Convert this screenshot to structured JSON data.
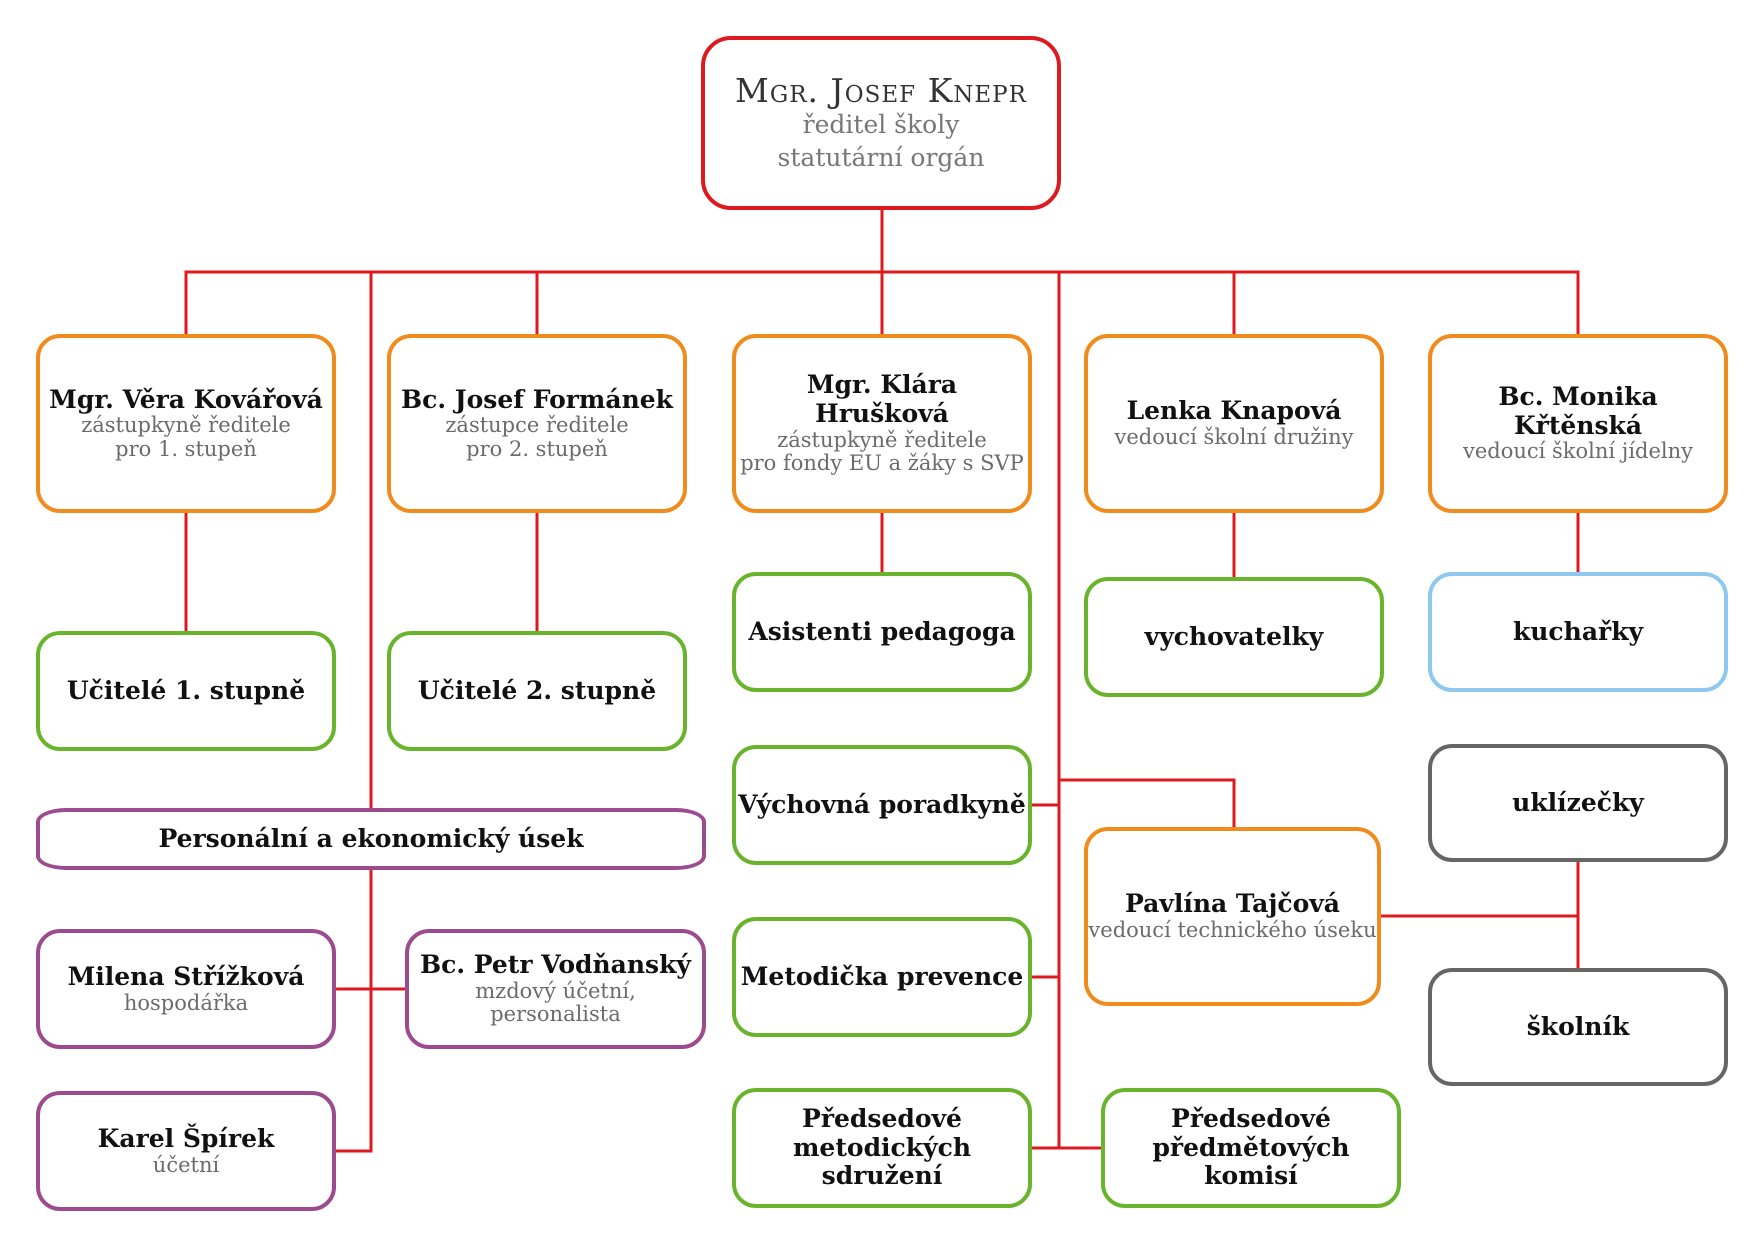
{
  "colors": {
    "connector": "#dd1a20",
    "director": "#dd1a20",
    "management": "#f08c1e",
    "staff": "#6ab42d",
    "economic": "#9c4c8e",
    "kitchen": "#8ec8ef",
    "technical": "#666666"
  },
  "director": {
    "name": "Mgr. Josef Knepr",
    "role1": "ředitel školy",
    "role2": "statutární orgán"
  },
  "deputy1": {
    "name": "Mgr. Věra Kovářová",
    "role": "zástupkyně ředitele\npro 1. stupeň"
  },
  "deputy2": {
    "name": "Bc. Josef Formánek",
    "role": "zástupce ředitele\npro 2. stupeň"
  },
  "deputy3": {
    "name": "Mgr. Klára Hrušková",
    "role": "zástupkyně ředitele\npro fondy EU a žáky s SVP"
  },
  "club_head": {
    "name": "Lenka Knapová",
    "role": "vedoucí školní družiny"
  },
  "canteen_head": {
    "name": "Bc. Monika Křtěnská",
    "role": "vedoucí školní jídelny"
  },
  "teachers1": {
    "name": "Učitelé 1. stupně"
  },
  "teachers2": {
    "name": "Učitelé 2. stupně"
  },
  "assistants": {
    "name": "Asistenti pedagoga"
  },
  "educators": {
    "name": "vychovatelky"
  },
  "cooks": {
    "name": "kuchařky"
  },
  "economic_dept": {
    "name": "Personální a ekonomický úsek"
  },
  "advisor": {
    "name": "Výchovná poradkyně"
  },
  "prevention": {
    "name": "Metodička prevence"
  },
  "methodical_chairs": {
    "name": "Předsedové\nmetodických sdružení"
  },
  "subject_chairs": {
    "name": "Předsedové\npředmětových komisí"
  },
  "tech_head": {
    "name": "Pavlína Tajčová",
    "role": "vedoucí technického úseku"
  },
  "cleaners": {
    "name": "uklízečky"
  },
  "janitor": {
    "name": "školník"
  },
  "bursar": {
    "name": "Milena Střížková",
    "role": "hospodářka"
  },
  "payroll": {
    "name": "Bc. Petr Vodňanský",
    "role": "mzdový účetní, personalista"
  },
  "accountant": {
    "name": "Karel Špírek",
    "role": "účetní"
  }
}
